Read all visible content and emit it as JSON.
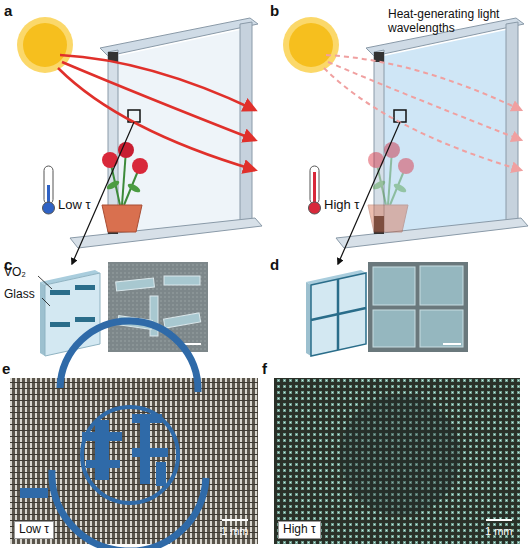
{
  "diagram": {
    "labels": [
      "a",
      "b",
      "Heat-generating light wavelengths",
      "Low τ",
      "High τ",
      "c",
      "d",
      "VO₂",
      "Glass",
      "e",
      "f",
      "Low τ",
      "1 mm",
      "High τ",
      "1 mm"
    ]
  }
}
